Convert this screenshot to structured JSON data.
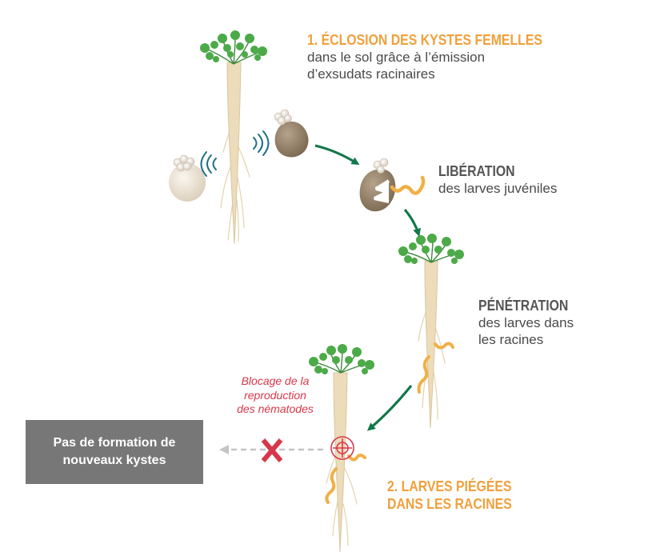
{
  "steps": [
    {
      "title": "1. ÉCLOSION DES KYSTES FEMELLES",
      "lines": [
        "dans le sol grâce à l’émission",
        "d’exsudats racinaires"
      ]
    },
    {
      "title": "LIBÉRATION",
      "lines": [
        "des larves juvéniles"
      ]
    },
    {
      "title": "PÉNÉTRATION",
      "lines": [
        "des larves dans",
        "les racines"
      ]
    },
    {
      "title_lines": [
        "2. LARVES PIÉGÉES",
        "DANS LES RACINES"
      ]
    }
  ],
  "blocking_note": [
    "Blocage de la",
    "reproduction",
    "des nématodes"
  ],
  "result_box": [
    "Pas de formation de",
    "nouveaux kystes"
  ],
  "colors": {
    "orange": "#f0a03c",
    "green_arrow": "#12784a",
    "leaf": "#4caa48",
    "root": "#ecdcba",
    "cyst_brown": "#8f7b64",
    "cyst_cream": "#efe5d6",
    "larva": "#f0b046",
    "signal": "#1f6e86",
    "red": "#d9364a",
    "box_gray": "#777777"
  }
}
